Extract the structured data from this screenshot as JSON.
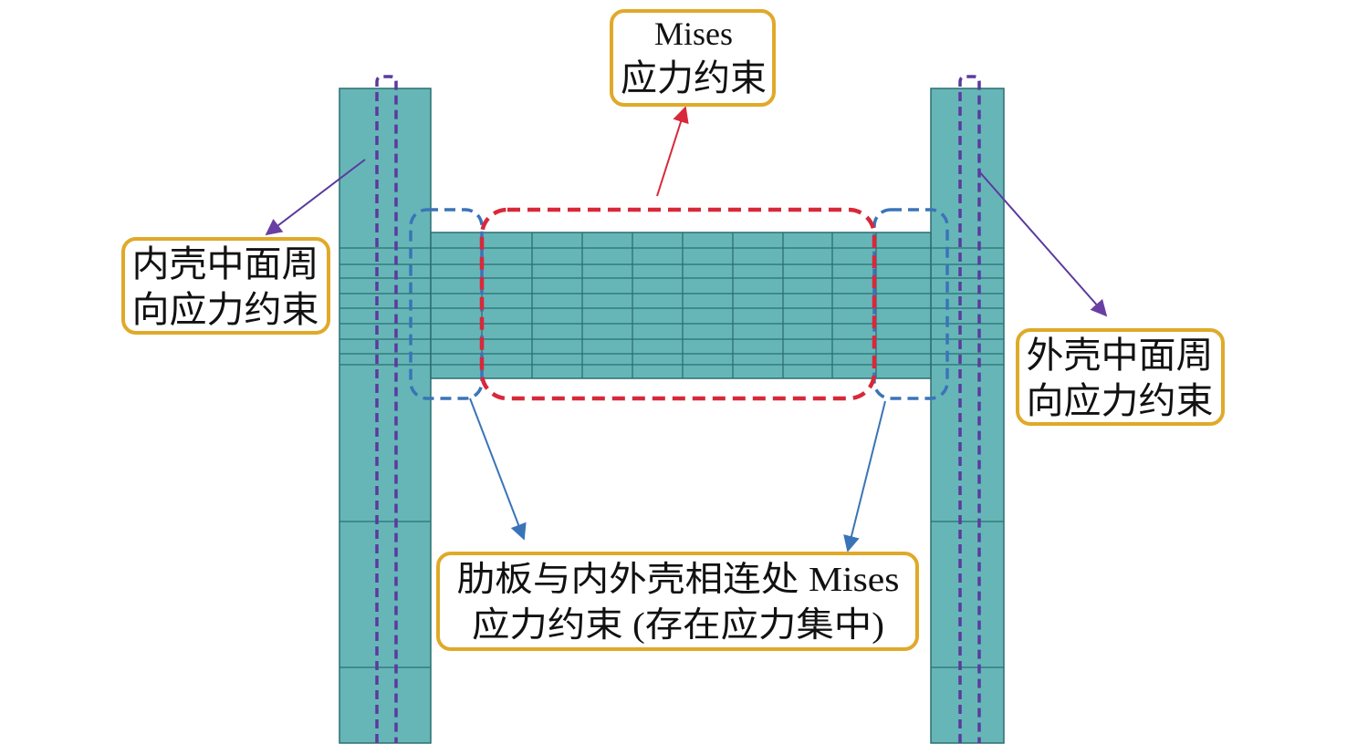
{
  "callouts": {
    "mises": {
      "line1": "Mises",
      "line2": "应力约束"
    },
    "inner_shell": {
      "line1": "内壳中面周",
      "line2": "向应力约束"
    },
    "outer_shell": {
      "line1": "外壳中面周",
      "line2": "向应力约束"
    },
    "rib_junction": {
      "line1": "肋板与内外壳相连处 Mises",
      "line2": "应力约束 (存在应力集中)"
    }
  },
  "colors": {
    "structure_fill": "#66b6b8",
    "mesh_line": "#2b6f71",
    "callout_border": "#e0a929",
    "mises_region": "#d8283a",
    "junction_region": "#3a74b8",
    "shell_midplane": "#5b3a9e"
  }
}
